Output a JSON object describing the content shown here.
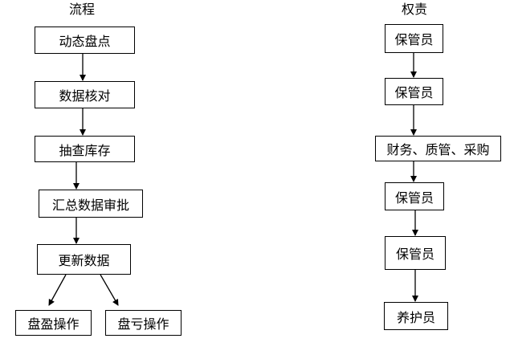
{
  "headers": {
    "process": "流程",
    "responsibility": "权责"
  },
  "process": {
    "steps": [
      "动态盘点",
      "数据核对",
      "抽查库存",
      "汇总数据审批",
      "更新数据"
    ],
    "branches": [
      "盘盈操作",
      "盘亏操作"
    ]
  },
  "responsibility": {
    "roles": [
      "保管员",
      "保管员",
      "财务、质管、采购",
      "保管员",
      "保管员",
      "养护员"
    ]
  }
}
